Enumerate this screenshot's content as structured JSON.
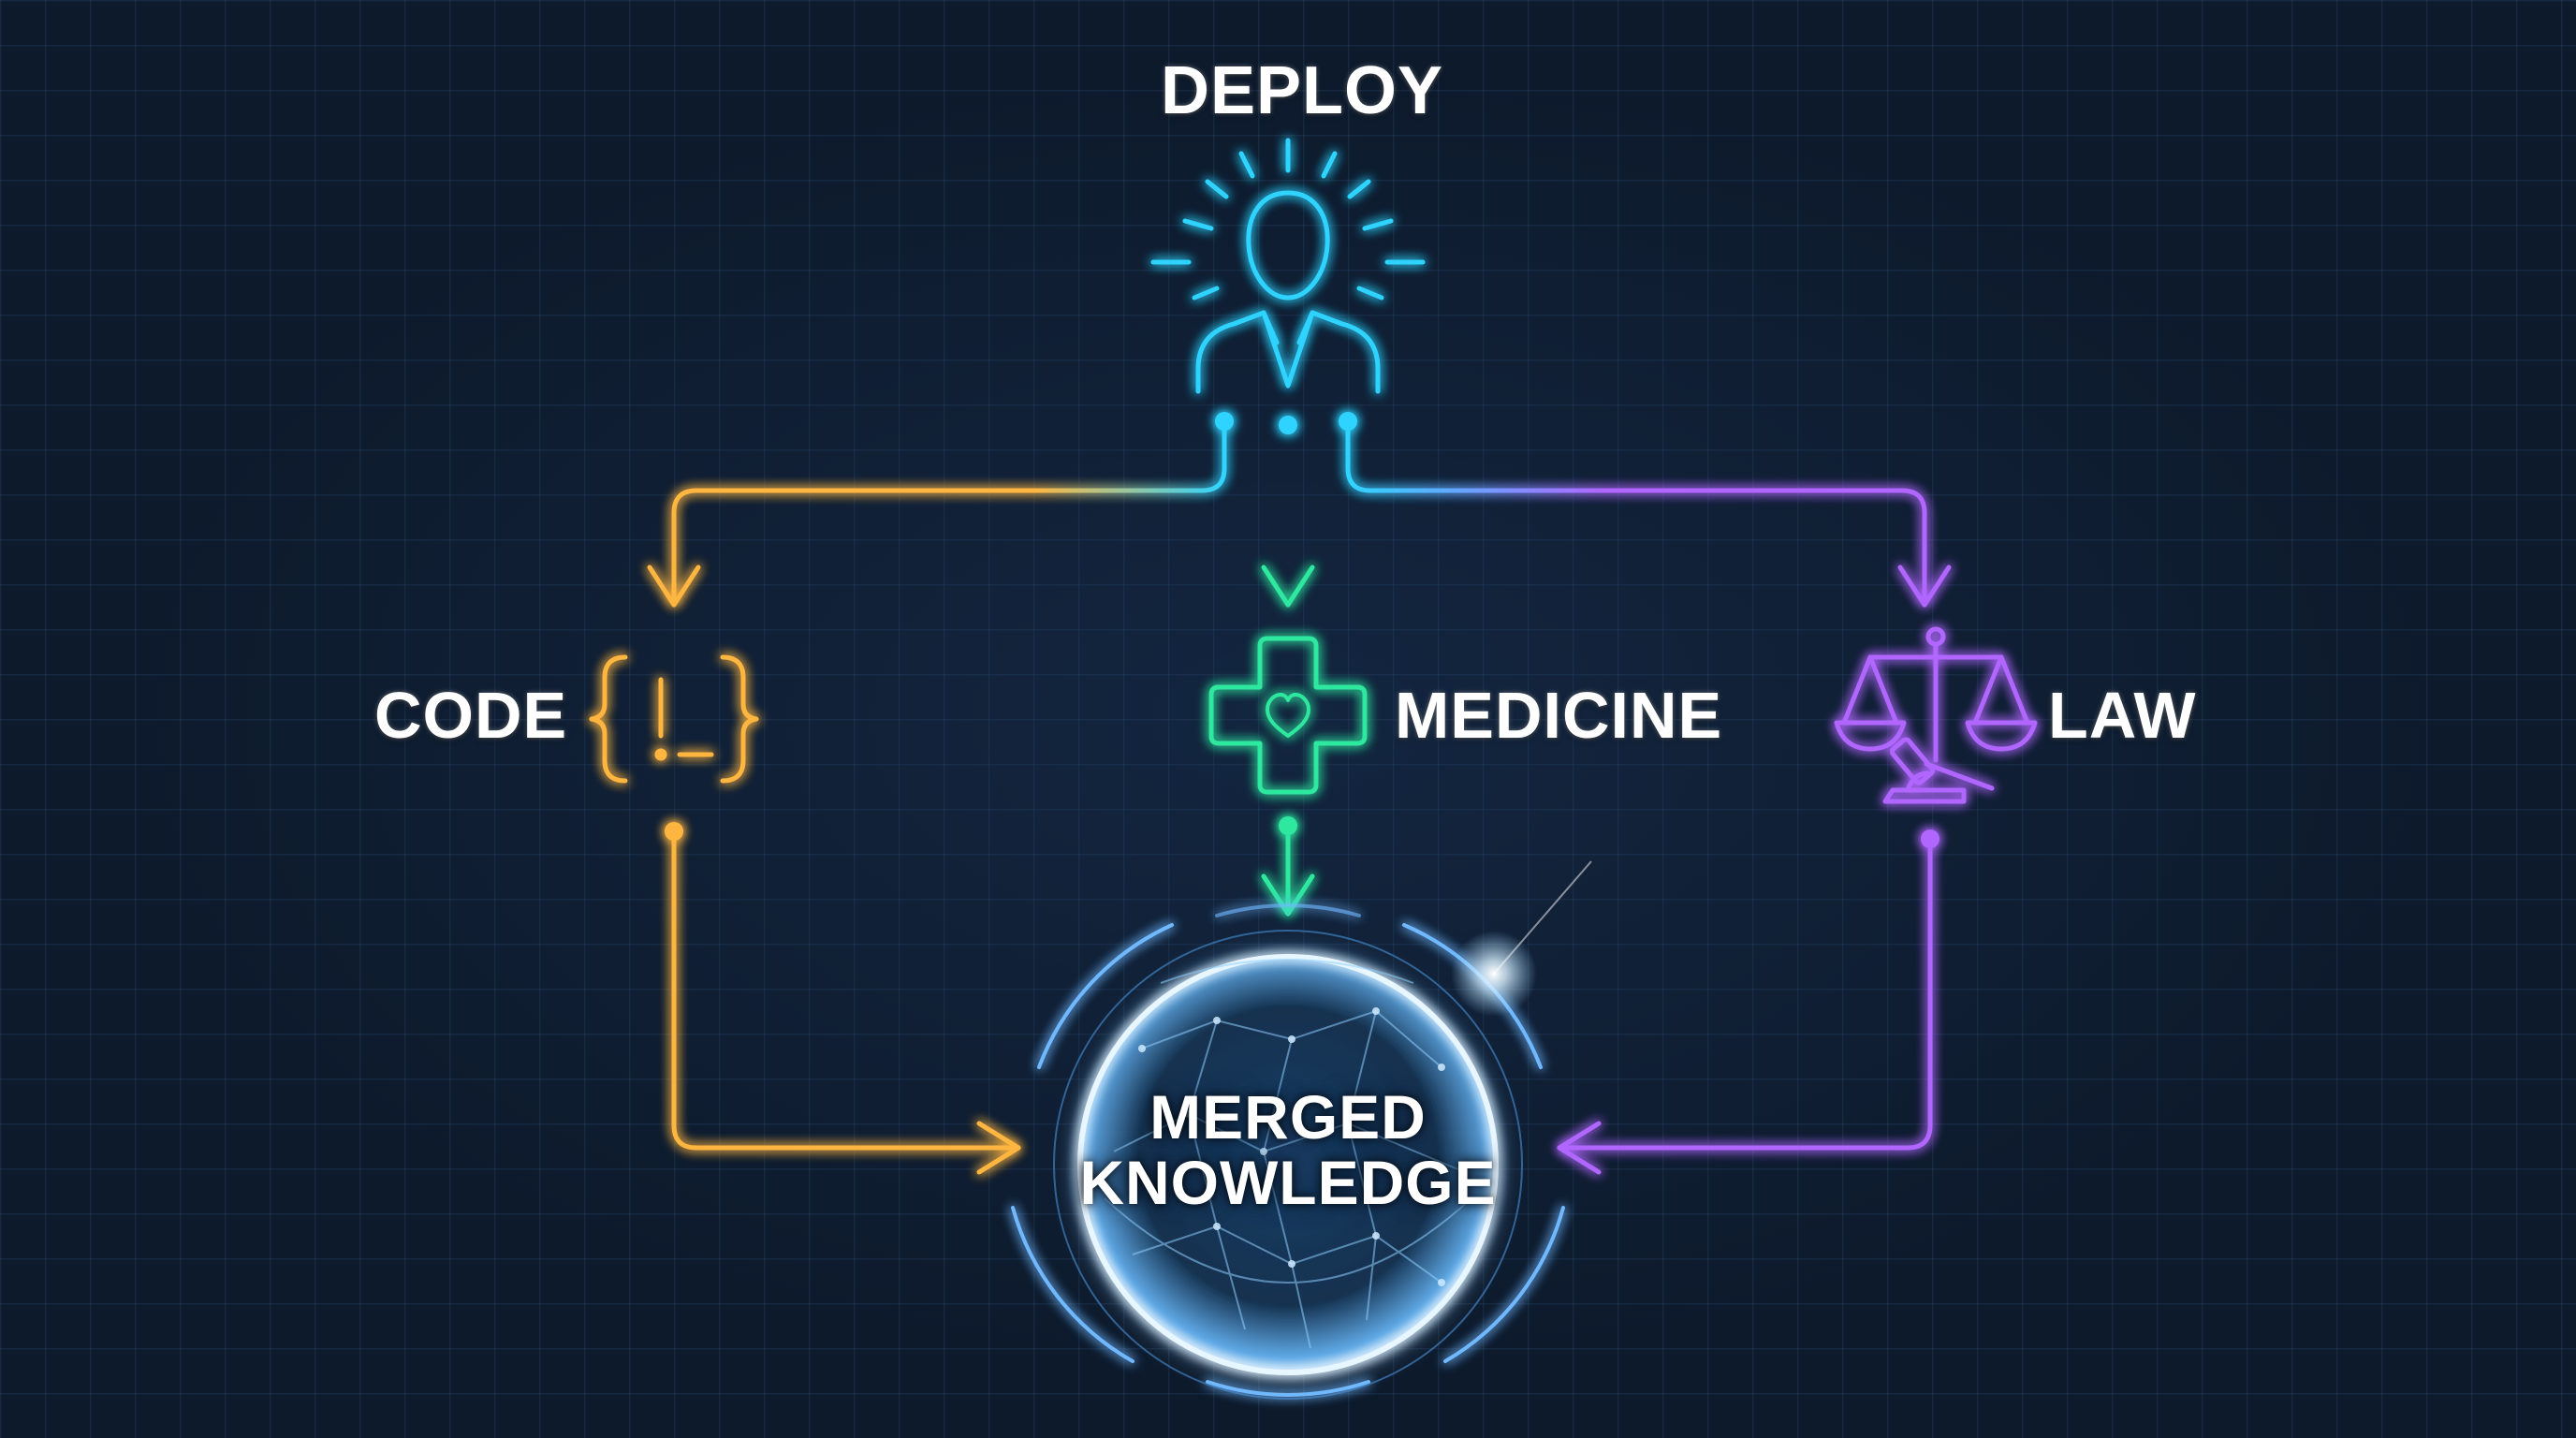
{
  "labels": {
    "deploy": "DEPLOY",
    "code": "CODE",
    "medicine": "MEDICINE",
    "law": "LAW",
    "merged_line1": "MERGED",
    "merged_line2": "KNOWLEDGE"
  },
  "icons": {
    "deploy": "person-icon",
    "code": "code-braces-icon",
    "medicine": "medical-cross-icon",
    "law": "scales-gavel-icon",
    "merged": "globe-network-icon"
  },
  "colors": {
    "background": "#0d1a2c",
    "deploy": "#2fd4ff",
    "code": "#ffb640",
    "medicine": "#2fe8a0",
    "law": "#b066ff",
    "merged": "#9fd8ff"
  }
}
